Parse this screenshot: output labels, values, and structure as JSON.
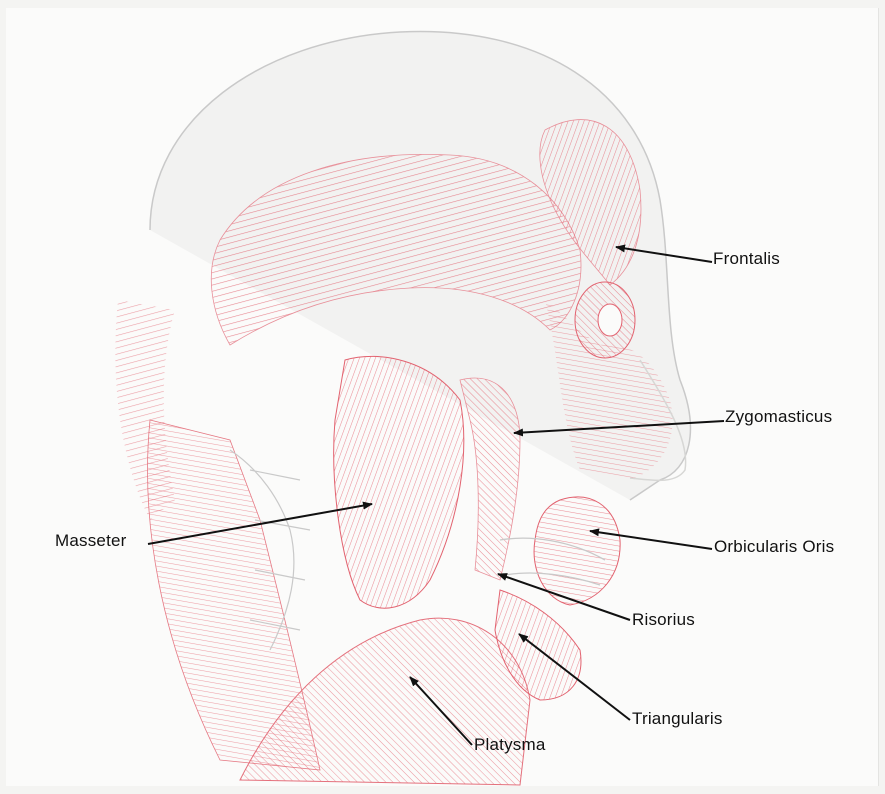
{
  "colors": {
    "muscle": "#e2626f",
    "muscle_light": "#f2b6bc",
    "bone": "#c9c9c9",
    "arrow": "#111111",
    "paper": "#fbfbfa"
  },
  "labels": {
    "frontalis": "Frontalis",
    "zygomasticus": "Zygomasticus",
    "masseter": "Masseter",
    "orbicularis_oris": "Orbicularis Oris",
    "risorius": "Risorius",
    "triangularis": "Triangularis",
    "platysma": "Platysma"
  }
}
